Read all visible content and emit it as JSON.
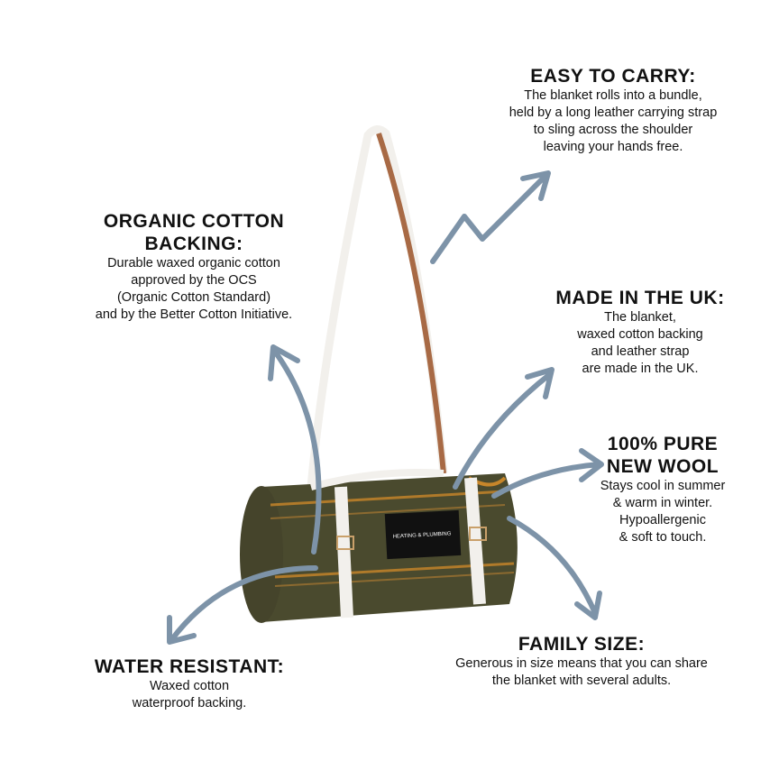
{
  "carry": {
    "title": "EASY TO CARRY:",
    "lines": [
      "The blanket rolls into a bundle,",
      "held by a long leather carrying strap",
      "to sling across the shoulder",
      "leaving your hands free."
    ]
  },
  "organic": {
    "title1": "ORGANIC COTTON",
    "title2": "BACKING:",
    "lines": [
      "Durable waxed organic cotton",
      "approved by the OCS",
      "(Organic Cotton Standard)",
      "and by the Better Cotton Initiative."
    ]
  },
  "uk": {
    "title": "MADE IN THE UK:",
    "lines": [
      "The blanket,",
      "waxed cotton backing",
      "and leather strap",
      "are made in the UK."
    ]
  },
  "wool": {
    "title1": "100% PURE",
    "title2": "NEW WOOL",
    "lines": [
      "Stays cool in summer",
      "& warm in winter.",
      "Hypoallergenic",
      "& soft to touch."
    ]
  },
  "family": {
    "title": "FAMILY SIZE:",
    "lines": [
      "Generous in size means that you can share",
      "the blanket with several adults."
    ]
  },
  "water": {
    "title": "WATER RESISTANT:",
    "lines": [
      "Waxed cotton",
      "waterproof backing."
    ]
  },
  "product": {
    "label": "HEATING & PLUMBING"
  },
  "colors": {
    "arrow": "#7d93a8",
    "blanket": "#4a4a2e",
    "stripe": "#b07a2a",
    "leather": "#a86a45"
  }
}
